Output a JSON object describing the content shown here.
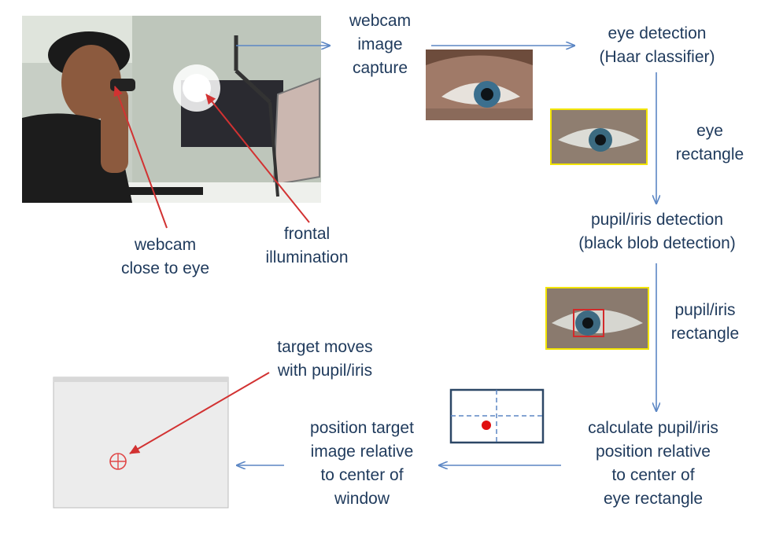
{
  "labels": {
    "webcam_capture": "webcam\nimage\ncapture",
    "eye_detection": "eye detection\n(Haar classifier)",
    "eye_rectangle": "eye\nrectangle",
    "pupil_detection": "pupil/iris detection\n(black blob detection)",
    "pupil_rectangle": "pupil/iris\nrectangle",
    "calculate": "calculate pupil/iris\nposition relative\nto center of\neye rectangle",
    "position_target": "position target\nimage relative\nto center of\nwindow",
    "target_moves": "target moves\nwith pupil/iris",
    "webcam_close": "webcam\nclose to eye",
    "frontal_illumination": "frontal\nillumination"
  },
  "colors": {
    "label_text": "#1f3a5c",
    "flow_arrow": "#5b86c4",
    "annotation_arrow": "#d23232",
    "highlight_border": "#f2e400",
    "pupil_box": "#d22a2a",
    "diagram_frame": "#2c4766",
    "target_window": "#ececec"
  },
  "icons": [
    "crosshair-icon",
    "pupil-dot-icon"
  ]
}
